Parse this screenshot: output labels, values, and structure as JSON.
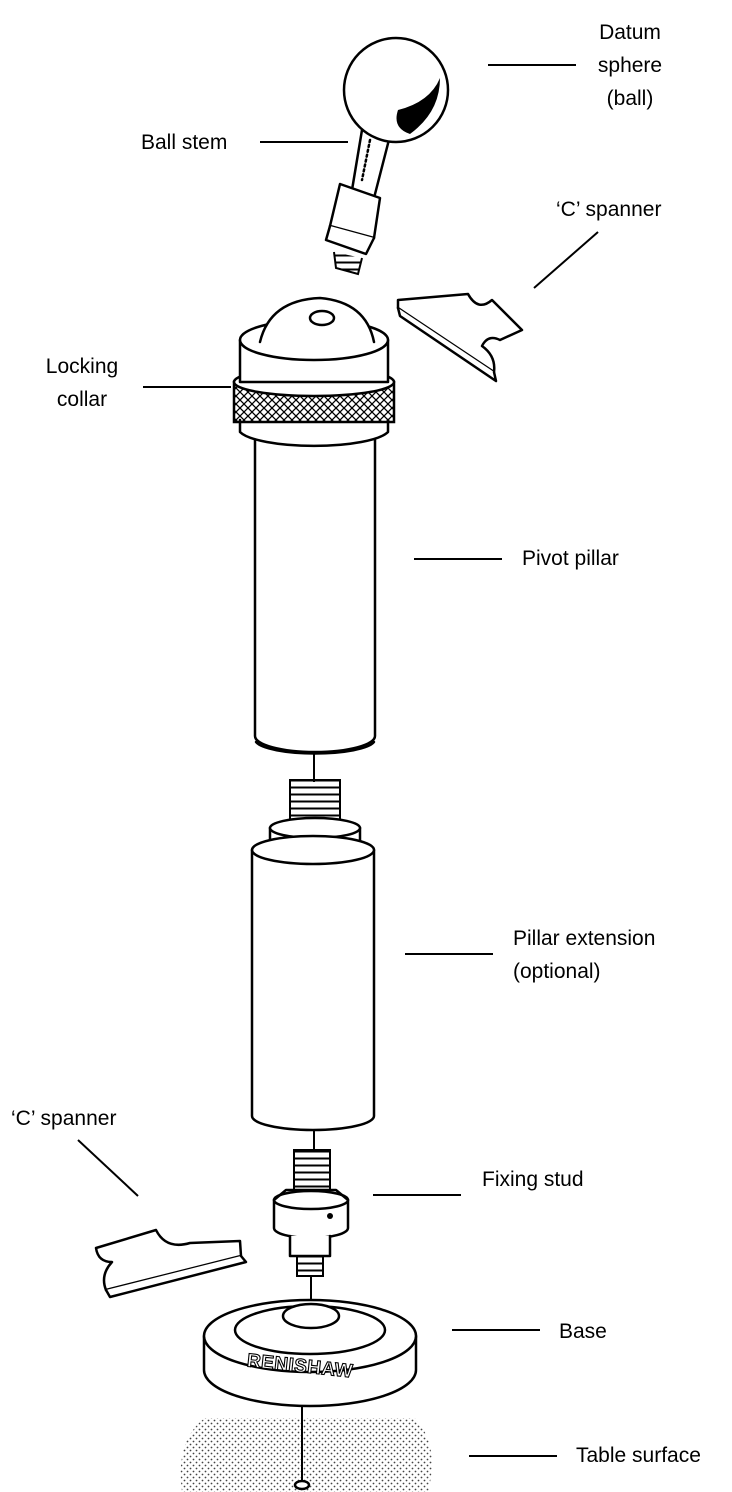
{
  "labels": {
    "datum_sphere_1": "Datum",
    "datum_sphere_2": "sphere",
    "datum_sphere_3": "(ball)",
    "ball_stem": "Ball stem",
    "c_spanner_top": "‘C’ spanner",
    "locking_collar_1": "Locking",
    "locking_collar_2": "collar",
    "pivot_pillar": "Pivot pillar",
    "pillar_extension_1": "Pillar extension",
    "pillar_extension_2": "(optional)",
    "c_spanner_bottom": "‘C’ spanner",
    "fixing_stud": "Fixing stud",
    "base": "Base",
    "table_surface": "Table surface"
  },
  "base_logo": "RENISHAW",
  "colors": {
    "ink": "#000000",
    "paper": "#ffffff"
  }
}
